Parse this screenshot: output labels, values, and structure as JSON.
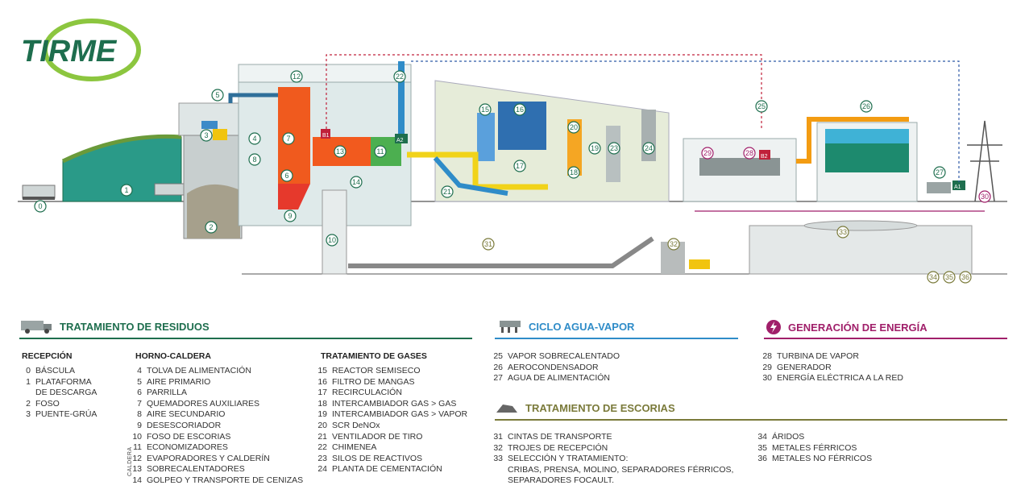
{
  "brand": {
    "logo_text": "TIRME",
    "brand_green": "#1e6e4e",
    "brand_lime": "#8cc63f"
  },
  "colors": {
    "residuos": "#1e6e4e",
    "agua_vapor": "#2f8cc8",
    "energia": "#a01f6a",
    "escorias": "#7a7a3a"
  },
  "diagram": {
    "numbers": [
      "0",
      "1",
      "2",
      "3",
      "4",
      "5",
      "6",
      "7",
      "8",
      "9",
      "10",
      "11",
      "12",
      "13",
      "14",
      "15",
      "16",
      "17",
      "18",
      "19",
      "20",
      "21",
      "22",
      "23",
      "24",
      "25",
      "26",
      "27",
      "28",
      "29",
      "30",
      "31",
      "32",
      "33",
      "34",
      "35",
      "36"
    ],
    "tags": {
      "b1": "B1",
      "b2": "B2",
      "a1": "A1",
      "a2": "A2"
    }
  },
  "legend": {
    "residuos": {
      "title": "TRATAMIENTO DE RESIDUOS",
      "recepcion": {
        "title": "RECEPCIÓN",
        "items": [
          {
            "n": "0",
            "t": "BÁSCULA"
          },
          {
            "n": "1",
            "t": "PLATAFORMA"
          },
          {
            "n": "",
            "t": "DE DESCARGA"
          },
          {
            "n": "2",
            "t": "FOSO"
          },
          {
            "n": "3",
            "t": "PUENTE-GRÚA"
          }
        ]
      },
      "horno": {
        "title": "HORNO-CALDERA",
        "side_label": "CALDERA",
        "items": [
          {
            "n": "4",
            "t": "TOLVA DE ALIMENTACIÓN"
          },
          {
            "n": "5",
            "t": "AIRE PRIMARIO"
          },
          {
            "n": "6",
            "t": "PARRILLA"
          },
          {
            "n": "7",
            "t": "QUEMADORES AUXILIARES"
          },
          {
            "n": "8",
            "t": "AIRE SECUNDARIO"
          },
          {
            "n": "9",
            "t": "DESESCORIADOR"
          },
          {
            "n": "10",
            "t": "FOSO DE ESCORIAS"
          },
          {
            "n": "11",
            "t": "ECONOMIZADORES"
          },
          {
            "n": "12",
            "t": "EVAPORADORES Y CALDERÍN"
          },
          {
            "n": "13",
            "t": "SOBRECALENTADORES"
          },
          {
            "n": "14",
            "t": "GOLPEO Y TRANSPORTE DE CENIZAS"
          }
        ]
      },
      "gases": {
        "title": "TRATAMIENTO DE GASES",
        "items": [
          {
            "n": "15",
            "t": "REACTOR SEMISECO"
          },
          {
            "n": "16",
            "t": "FILTRO DE MANGAS"
          },
          {
            "n": "17",
            "t": "RECIRCULACIÓN"
          },
          {
            "n": "18",
            "t": "INTERCAMBIADOR GAS > GAS"
          },
          {
            "n": "19",
            "t": "INTERCAMBIADOR GAS > VAPOR"
          },
          {
            "n": "20",
            "t": "SCR DeNOx"
          },
          {
            "n": "21",
            "t": "VENTILADOR DE TIRO"
          },
          {
            "n": "22",
            "t": "CHIMENEA"
          },
          {
            "n": "23",
            "t": "SILOS DE REACTIVOS"
          },
          {
            "n": "24",
            "t": "PLANTA DE CEMENTACIÓN"
          }
        ]
      }
    },
    "agua": {
      "title": "CICLO AGUA-VAPOR",
      "items": [
        {
          "n": "25",
          "t": "VAPOR SOBRECALENTADO"
        },
        {
          "n": "26",
          "t": "AEROCONDENSADOR"
        },
        {
          "n": "27",
          "t": "AGUA DE ALIMENTACIÓN"
        }
      ]
    },
    "energia": {
      "title": "GENERACIÓN DE ENERGÍA",
      "items": [
        {
          "n": "28",
          "t": "TURBINA DE VAPOR"
        },
        {
          "n": "29",
          "t": "GENERADOR"
        },
        {
          "n": "30",
          "t": "ENERGÍA ELÉCTRICA A LA RED"
        }
      ]
    },
    "escorias": {
      "title": "TRATAMIENTO DE ESCORIAS",
      "items_left": [
        {
          "n": "31",
          "t": "CINTAS DE TRANSPORTE"
        },
        {
          "n": "32",
          "t": "TROJES DE RECEPCIÓN"
        },
        {
          "n": "33",
          "t": "SELECCIÓN Y TRATAMIENTO:"
        },
        {
          "n": "",
          "t": "CRIBAS, PRENSA, MOLINO, SEPARADORES FÉRRICOS,"
        },
        {
          "n": "",
          "t": "SEPARADORES FOCAULT."
        }
      ],
      "items_right": [
        {
          "n": "34",
          "t": "ÁRIDOS"
        },
        {
          "n": "35",
          "t": "METALES FÉRRICOS"
        },
        {
          "n": "36",
          "t": "METALES NO FÉRRICOS"
        }
      ]
    }
  }
}
